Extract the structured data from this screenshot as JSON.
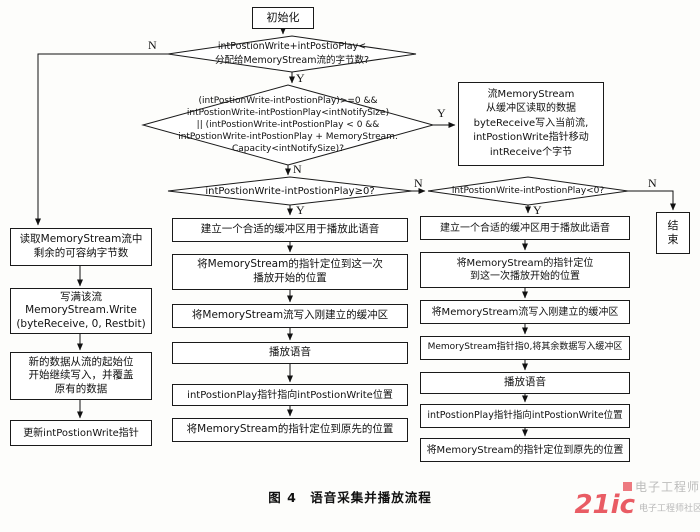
{
  "caption": "图 4　语音采集并播放流程",
  "labels": {
    "yes": "Y",
    "no": "N"
  },
  "nodes": {
    "start": "初始化",
    "decision1": "intPostionWrite+intPostioPlay<\n分配给MemoryStream流的字节数?",
    "decision2": "(intPostionWrite-intPostionPlay)>=0 &&\nintPostionWrite-intPostionPlay<intNotifySize)\n|| (intPostionWrite-intPostionPlay < 0 &&\nintPostionWrite-intPostionPlay + MemoryStream.\nCapacity<intNotifySize)?",
    "write_stream": "流MemoryStream\n从缓冲区读取的数据\nbyteReceive写入当前流,\nintPostionWrite指针移动\nintReceive个字节",
    "decision3": "intPostionWrite-intPostionPlay≥0?",
    "decision4": "intPostionWrite-intPostionPlay<0?",
    "end": "结\n束",
    "left1": "读取MemoryStream流中\n剩余的可容纳字节数",
    "left2": "写满该流\nMemoryStream.Write\n(byteReceive, 0, Restbit)",
    "left3": "新的数据从流的起始位\n开始继续写入，并覆盖\n原有的数据",
    "left4": "更新intPostionWrite指针",
    "mid1": "建立一个合适的缓冲区用于播放此语音",
    "mid2": "将MemoryStream的指针定位到这一次\n播放开始的位置",
    "mid3": "将MemoryStream流写入刚建立的缓冲区",
    "mid4": "播放语音",
    "mid5": "intPostionPlay指针指向intPostionWrite位置",
    "mid6": "将MemoryStream的指针定位到原先的位置",
    "right1": "建立一个合适的缓冲区用于播放此语音",
    "right2": "将MemoryStream的指针定位\n到这一次播放开始的位置",
    "right3": "将MemoryStream流写入刚建立的缓冲区",
    "right4": "MemoryStream指针指0,将其余数据写入缓冲区",
    "right5": "播放语音",
    "right6": "intPostionPlay指针指向intPostionWrite位置",
    "right7": "将MemoryStream的指针定位到原先的位置"
  },
  "watermark": {
    "top_text": "电子工程师",
    "brand": "21ic",
    "bottom_text": "电子工程师社区"
  }
}
